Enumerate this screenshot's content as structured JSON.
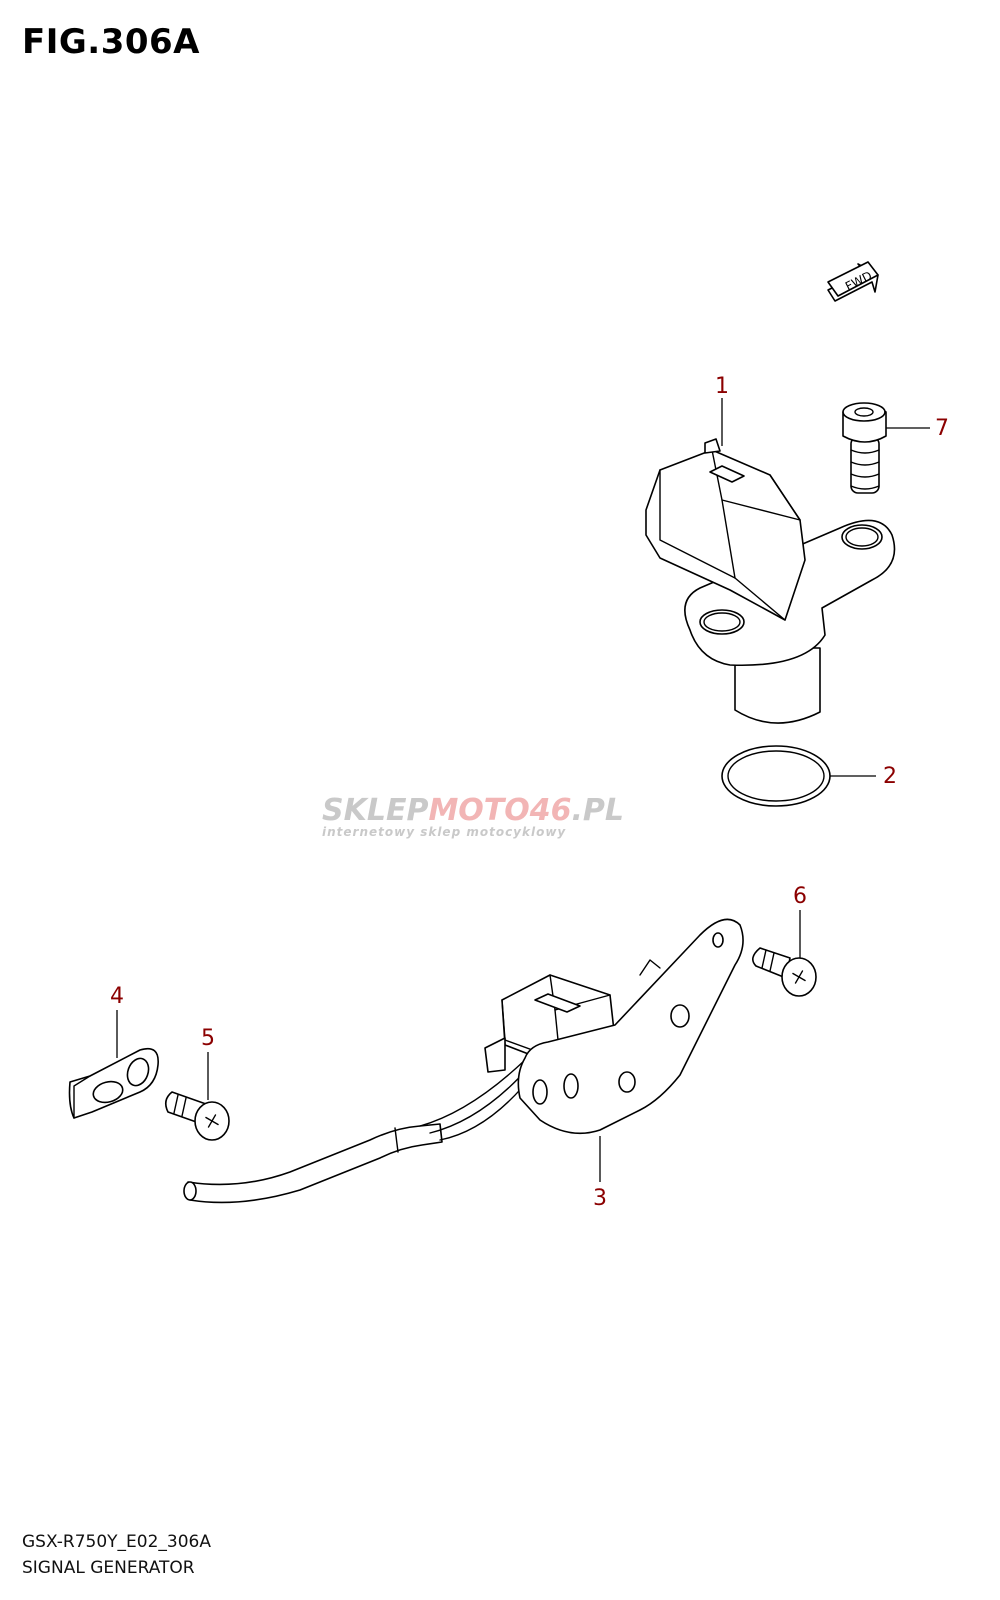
{
  "figure": {
    "title": "FIG.306A",
    "footer_code": "GSX-R750Y_E02_306A",
    "footer_title": "SIGNAL GENERATOR"
  },
  "fwd_arrow": {
    "label": "FWD"
  },
  "parts": [
    {
      "number": "1"
    },
    {
      "number": "2"
    },
    {
      "number": "3"
    },
    {
      "number": "4"
    },
    {
      "number": "5"
    },
    {
      "number": "6"
    },
    {
      "number": "7"
    }
  ],
  "watermark": {
    "part_a": "SKLEP",
    "part_b": "MOTO",
    "part_c": "46",
    "part_d": ".PL",
    "subtitle": "internetowy sklep motocyklowy"
  },
  "colors": {
    "callout_number": "#8b0000",
    "line_art": "#000000",
    "watermark_gray": "#c9c9c9",
    "watermark_red": "#f2b5b5"
  }
}
